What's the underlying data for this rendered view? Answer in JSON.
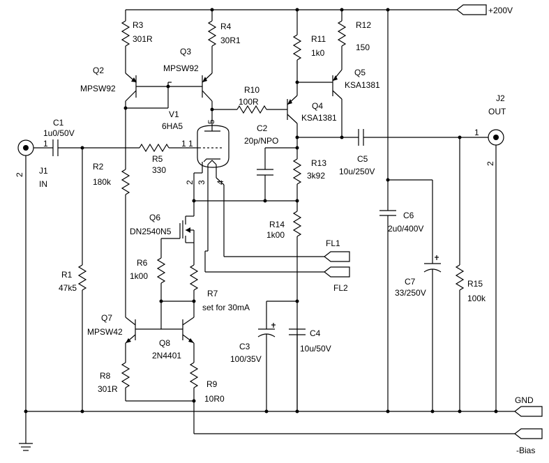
{
  "labels": {
    "supply": "+200V",
    "gnd": "GND",
    "bias": "-Bias",
    "j1": "J1",
    "j1_in": "IN",
    "j1_p1": "1",
    "j1_p2": "2",
    "j2": "J2",
    "j2_out": "OUT",
    "j2_p1": "1",
    "j2_p2": "2",
    "c1": "C1",
    "c1_v": "1u0/50V",
    "r1": "R1",
    "r1_v": "47k5",
    "r2": "R2",
    "r2_v": "180k",
    "r3": "R3",
    "r3_v": "301R",
    "r4": "R4",
    "r4_v": "30R1",
    "q2": "Q2",
    "q2_v": "MPSW92",
    "q3": "Q3",
    "q3_v": "MPSW92",
    "v1": "V1",
    "v1_v": "6HA5",
    "v1_p1": "1",
    "v1_p5": "5",
    "v1_p2": "2",
    "v1_p3": "3",
    "v1_p4": "4",
    "r5": "R5",
    "r5_v": "330",
    "r5_p1": "1",
    "r10": "R10",
    "r10_v": "100R",
    "r11": "R11",
    "r11_v": "1k0",
    "r12": "R12",
    "r12_v": "150",
    "q4": "Q4",
    "q4_v": "KSA1381",
    "q5": "Q5",
    "q5_v": "KSA1381",
    "c2": "C2",
    "c2_v": "20p/NPO",
    "c5": "C5",
    "c5_v": "10u/250V",
    "r13": "R13",
    "r13_v": "3k92",
    "r14": "R14",
    "r14_v": "1k00",
    "q6": "Q6",
    "q6_v": "DN2540N5",
    "r6": "R6",
    "r6_v": "1k00",
    "r7": "R7",
    "r7_v": "set for 30mA",
    "fl1": "FL1",
    "fl2": "FL2",
    "c3": "C3",
    "c3_v": "100/35V",
    "c4": "C4",
    "c4_v": "10u/50V",
    "c6": "C6",
    "c6_v": "2u0/400V",
    "c7": "C7",
    "c7_v": "33/250V",
    "r15": "R15",
    "r15_v": "100k",
    "q7": "Q7",
    "q7_v": "MPSW42",
    "q8": "Q8",
    "q8_v": "2N4401",
    "r8": "R8",
    "r8_v": "301R",
    "r9": "R9",
    "r9_v": "10R0"
  }
}
